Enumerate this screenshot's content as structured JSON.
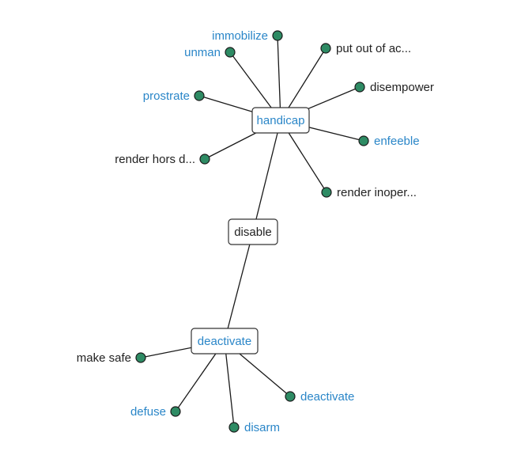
{
  "colors": {
    "link": "#2a86c8",
    "text": "#222222",
    "dot": "#2e8b64",
    "line": "#1a1a1a"
  },
  "hubs": [
    {
      "id": "handicap",
      "label": "handicap",
      "link": true
    },
    {
      "id": "disable",
      "label": "disable",
      "link": false
    },
    {
      "id": "deactivate",
      "label": "deactivate",
      "link": true
    }
  ],
  "hub_edges": [
    [
      "handicap",
      "disable"
    ],
    [
      "disable",
      "deactivate"
    ]
  ],
  "leaves": [
    {
      "hub": "handicap",
      "label": "immobilize",
      "link": true
    },
    {
      "hub": "handicap",
      "label": "unman",
      "link": true
    },
    {
      "hub": "handicap",
      "label": "put out of ac...",
      "link": false
    },
    {
      "hub": "handicap",
      "label": "disempower",
      "link": false
    },
    {
      "hub": "handicap",
      "label": "prostrate",
      "link": true
    },
    {
      "hub": "handicap",
      "label": "enfeeble",
      "link": true
    },
    {
      "hub": "handicap",
      "label": "render hors d...",
      "link": false
    },
    {
      "hub": "handicap",
      "label": "render inoper...",
      "link": false
    },
    {
      "hub": "deactivate",
      "label": "make safe",
      "link": false
    },
    {
      "hub": "deactivate",
      "label": "deactivate",
      "link": true
    },
    {
      "hub": "deactivate",
      "label": "defuse",
      "link": true
    },
    {
      "hub": "deactivate",
      "label": "disarm",
      "link": true
    }
  ]
}
